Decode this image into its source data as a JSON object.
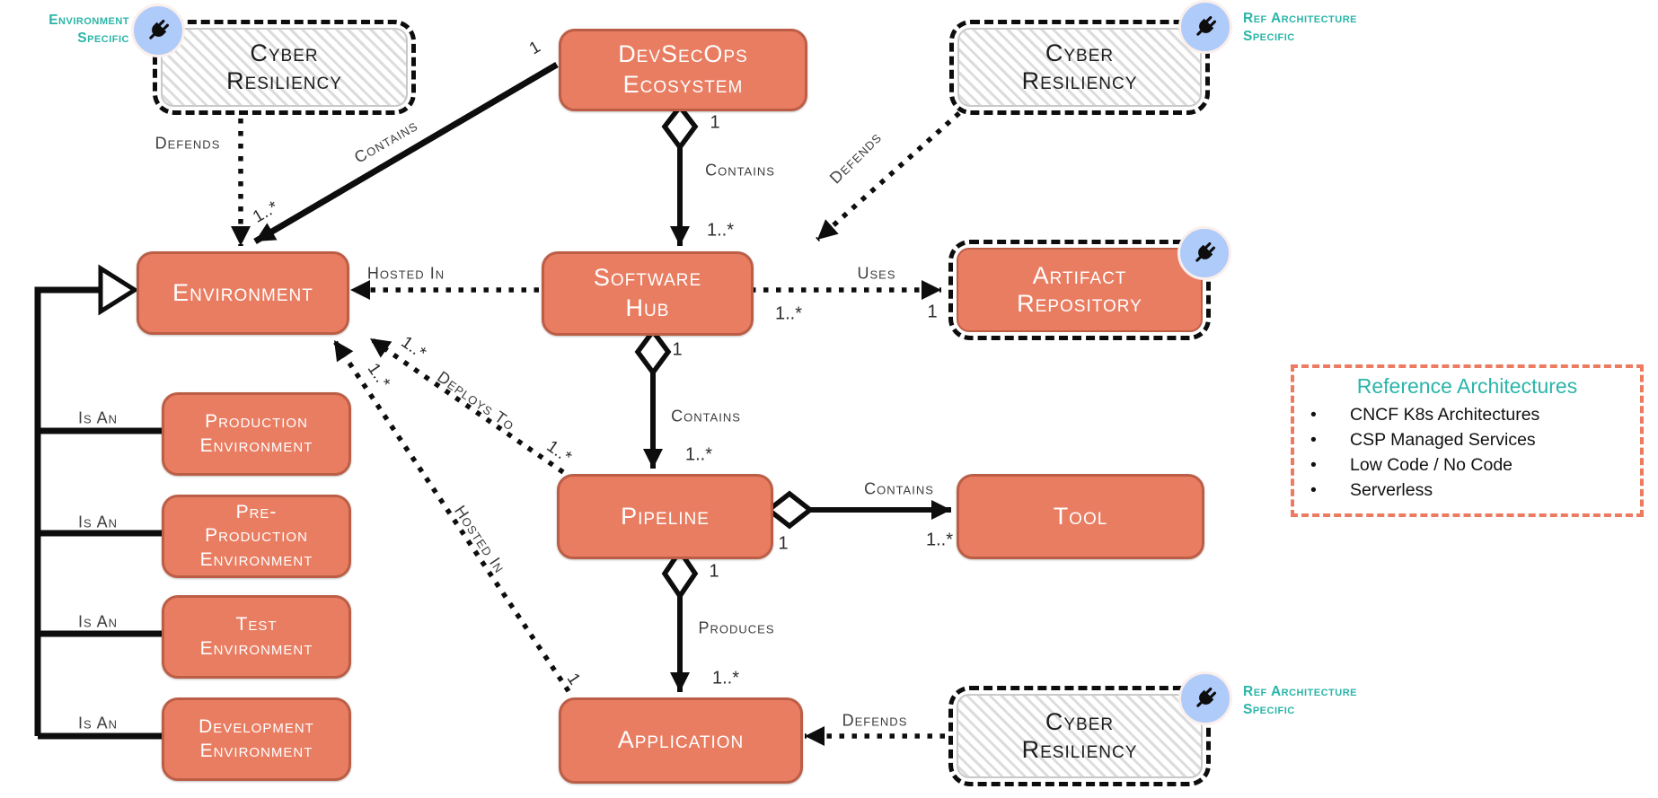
{
  "diagram": {
    "nodes": {
      "devsecops_ecosystem": {
        "label": "DevSecOps Ecosystem"
      },
      "environment": {
        "label": "Environment"
      },
      "software_hub": {
        "label": "Software Hub"
      },
      "artifact_repository": {
        "label": "Artifact Repository"
      },
      "pipeline": {
        "label": "Pipeline"
      },
      "tool": {
        "label": "Tool"
      },
      "application": {
        "label": "Application"
      },
      "production_environment": {
        "label": "Production Environment"
      },
      "pre_production_environment": {
        "label": "Pre-Production Environment"
      },
      "test_environment": {
        "label": "Test Environment"
      },
      "development_environment": {
        "label": "Development Environment"
      },
      "cyber_resiliency_top_left": {
        "label": "Cyber Resiliency"
      },
      "cyber_resiliency_top_right": {
        "label": "Cyber Resiliency"
      },
      "cyber_resiliency_bottom_right": {
        "label": "Cyber Resiliency"
      }
    },
    "annotations": {
      "environment_specific": "Environment Specific",
      "ref_architecture_specific_top": "Ref Architecture Specific",
      "ref_architecture_specific_bottom": "Ref Architecture Specific"
    },
    "relationships": {
      "defends_environment": {
        "label": "Defends"
      },
      "ecosystem_contains_environment": {
        "label": "Contains",
        "ecosystem_mult": "1",
        "environment_mult": "1..*"
      },
      "ecosystem_contains_software_hub": {
        "label": "Contains",
        "ecosystem_mult": "1",
        "software_hub_mult": "1..*"
      },
      "defends_software_hub": {
        "label": "Defends"
      },
      "software_hub_hosted_in_environment": {
        "label": "Hosted In"
      },
      "software_hub_uses_artifact_repository": {
        "label": "Uses",
        "software_hub_mult": "1..*",
        "artifact_repository_mult": "1"
      },
      "software_hub_contains_pipeline": {
        "label": "Contains",
        "software_hub_mult": "1",
        "pipeline_mult": "1..*"
      },
      "pipeline_contains_tool": {
        "label": "Contains",
        "pipeline_mult": "1",
        "tool_mult": "1..*"
      },
      "pipeline_produces_application": {
        "label": "Produces",
        "pipeline_mult": "1",
        "application_mult": "1..*"
      },
      "defends_application": {
        "label": "Defends"
      },
      "pipeline_deploys_to_environment": {
        "label": "Deploys To",
        "environment_mult": "1..*",
        "pipeline_mult": "1..*"
      },
      "application_hosted_in_environment": {
        "label": "Hosted In",
        "environment_mult": "1..*",
        "application_mult": "1"
      },
      "is_an": {
        "label": "Is An"
      }
    },
    "legend": {
      "title": "Reference Architectures",
      "items": [
        "CNCF K8s Architectures",
        "CSP Managed Services",
        "Low Code / No Code",
        "Serverless"
      ]
    },
    "colors": {
      "node_fill": "#E97D62",
      "node_border": "#BC5E46",
      "teal_accent": "#2BB5A8",
      "legend_border": "#EC7B60",
      "plug_badge_bg": "#AECBFA",
      "line_color": "#0D0D0D"
    }
  }
}
